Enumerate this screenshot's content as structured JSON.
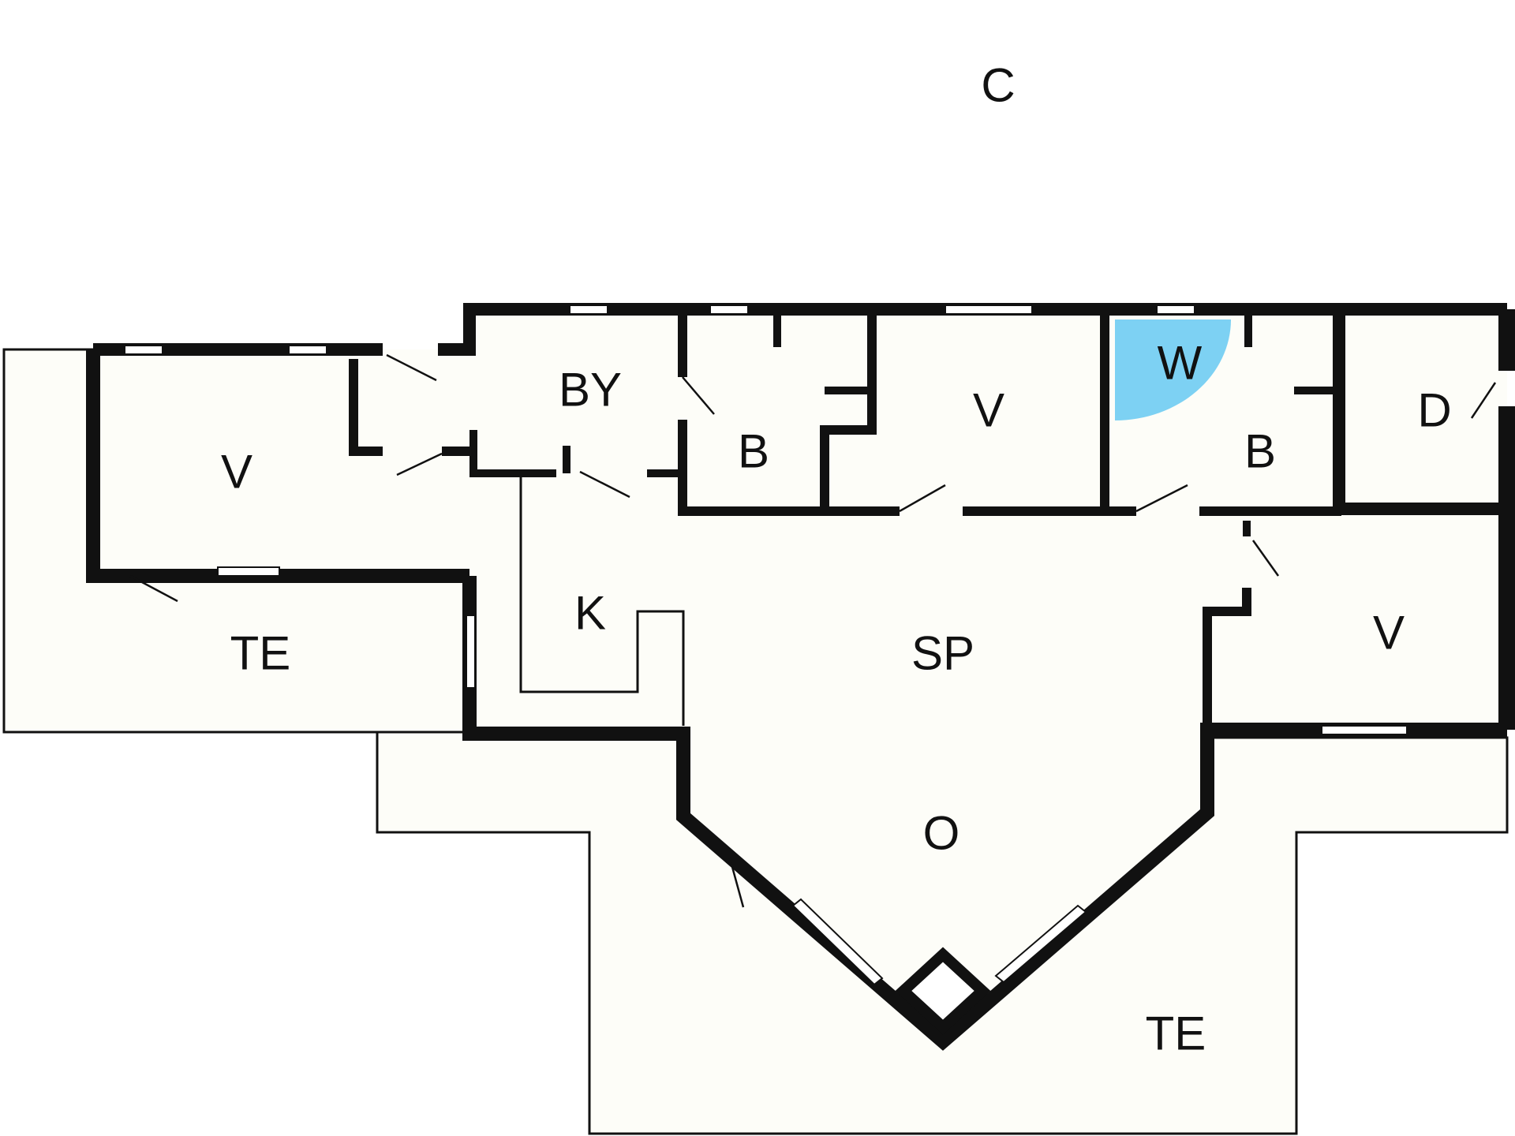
{
  "colors": {
    "floor": "#fdfdf8",
    "wall": "#111111",
    "window": "#ffffff",
    "whirlpool": "#7dd1f3",
    "background": "#ffffff"
  },
  "labels": {
    "c": "C",
    "v_left": "V",
    "by": "BY",
    "b_left": "B",
    "v_mid": "V",
    "w": "W",
    "b_right": "B",
    "d": "D",
    "te_left": "TE",
    "k": "K",
    "sp": "SP",
    "v_right": "V",
    "o": "O",
    "te_bottom": "TE"
  }
}
